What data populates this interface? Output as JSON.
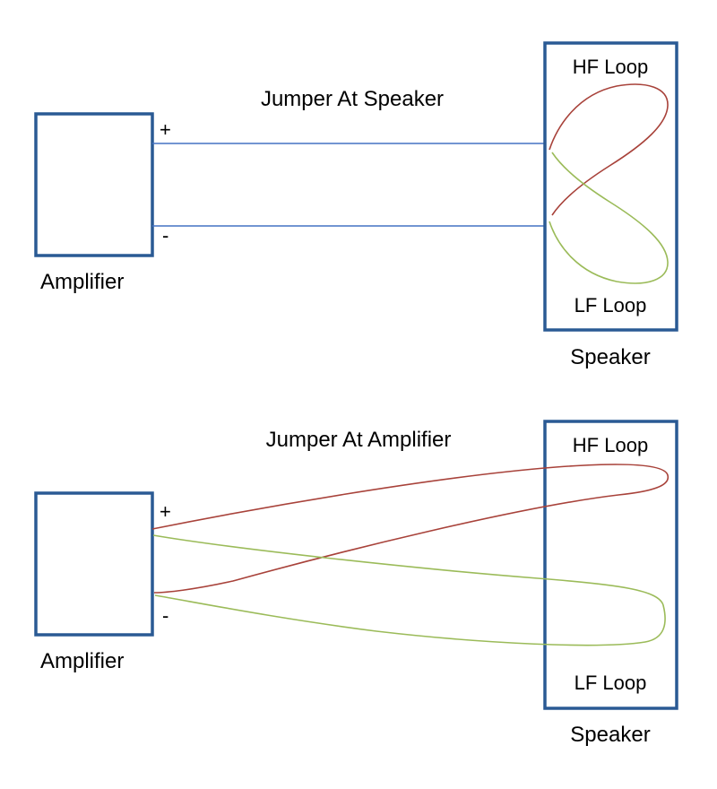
{
  "colors": {
    "box_border": "#2a5a94",
    "plain_wire": "#4472c4",
    "hf_wire": "#a8423a",
    "lf_wire": "#9bbb59"
  },
  "diagrams": {
    "top": {
      "title": "Jumper At Speaker",
      "amplifier_label": "Amplifier",
      "speaker_label": "Speaker",
      "hf_label": "HF Loop",
      "lf_label": "LF Loop",
      "plus": "+",
      "minus": "-"
    },
    "bottom": {
      "title": "Jumper At Amplifier",
      "amplifier_label": "Amplifier",
      "speaker_label": "Speaker",
      "hf_label": "HF Loop",
      "lf_label": "LF Loop",
      "plus": "+",
      "minus": "-"
    }
  }
}
